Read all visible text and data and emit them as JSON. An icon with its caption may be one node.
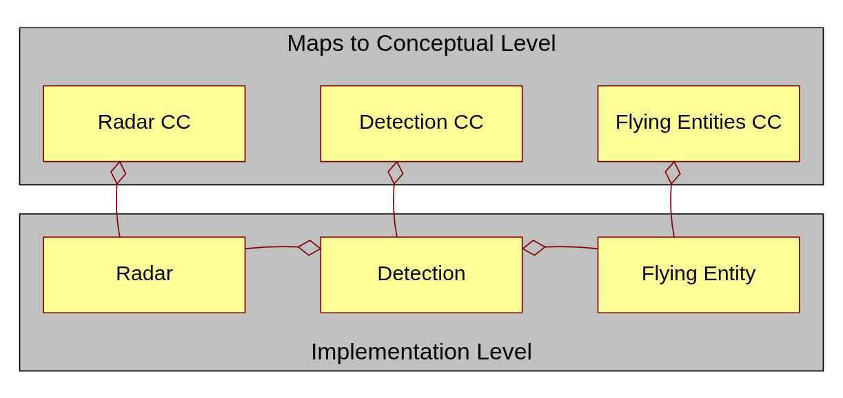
{
  "diagram": {
    "nodes": [
      {
        "text": [
          "Maps to Conceptual Level"
        ]
      },
      {
        "text": [
          "Radar CC"
        ],
        "in": 0
      },
      {
        "text": [
          "Detection CC"
        ],
        "in": 0
      },
      {
        "text": [
          "Flying Entities CC"
        ],
        "in": 0
      },
      {
        "text": [
          "Implementation Level"
        ]
      },
      {
        "text": [
          "Radar"
        ],
        "in": 4
      },
      {
        "text": [
          "Detection"
        ],
        "in": 4
      },
      {
        "text": [
          "Flying Entity"
        ],
        "in": 4
      }
    ],
    "edges": [
      {
        "from": 5,
        "to": 1,
        "arrow": "other"
      },
      {
        "from": 6,
        "to": 2,
        "arrow": "other"
      },
      {
        "from": 7,
        "to": 3,
        "arrow": "other"
      },
      {
        "from": 5,
        "to": 6,
        "arrow": "other"
      },
      {
        "from": 7,
        "to": 6,
        "arrow": "other"
      }
    ]
  }
}
